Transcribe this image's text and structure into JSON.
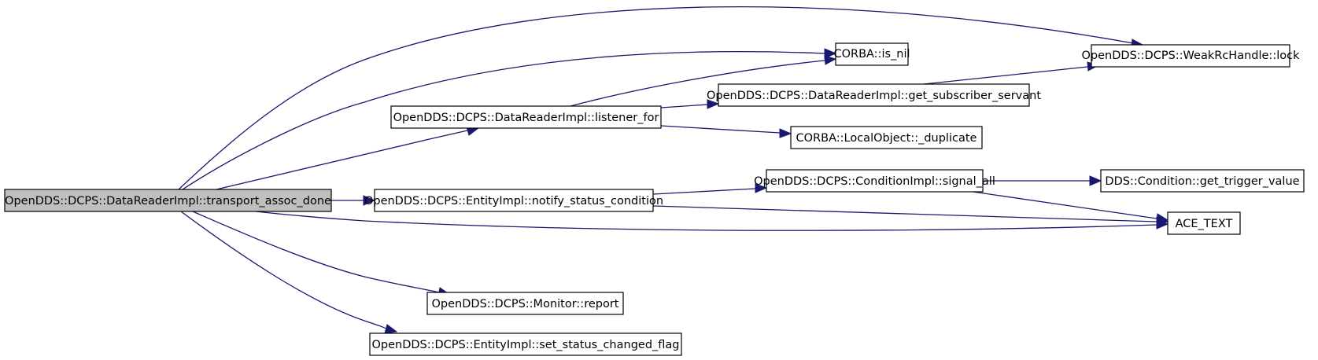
{
  "graph": {
    "nodes": [
      {
        "id": "n0",
        "label": "OpenDDS::DCPS::DataReaderImpl::transport_assoc_done"
      },
      {
        "id": "n1",
        "label": "OpenDDS::DCPS::WeakRcHandle::lock"
      },
      {
        "id": "n2",
        "label": "CORBA::is_nil"
      },
      {
        "id": "n3",
        "label": "OpenDDS::DCPS::DataReaderImpl::listener_for"
      },
      {
        "id": "n4",
        "label": "OpenDDS::DCPS::DataReaderImpl::get_subscriber_servant"
      },
      {
        "id": "n5",
        "label": "CORBA::LocalObject::_duplicate"
      },
      {
        "id": "n6",
        "label": "OpenDDS::DCPS::EntityImpl::notify_status_condition"
      },
      {
        "id": "n7",
        "label": "OpenDDS::DCPS::ConditionImpl::signal_all"
      },
      {
        "id": "n8",
        "label": "DDS::Condition::get_trigger_value"
      },
      {
        "id": "n9",
        "label": "ACE_TEXT"
      },
      {
        "id": "n10",
        "label": "OpenDDS::DCPS::Monitor::report"
      },
      {
        "id": "n11",
        "label": "OpenDDS::DCPS::EntityImpl::set_status_changed_flag"
      }
    ],
    "edges": [
      {
        "from": "n0",
        "to": "n1"
      },
      {
        "from": "n0",
        "to": "n2"
      },
      {
        "from": "n0",
        "to": "n3"
      },
      {
        "from": "n0",
        "to": "n6"
      },
      {
        "from": "n0",
        "to": "n9"
      },
      {
        "from": "n0",
        "to": "n10"
      },
      {
        "from": "n0",
        "to": "n11"
      },
      {
        "from": "n3",
        "to": "n2"
      },
      {
        "from": "n3",
        "to": "n4"
      },
      {
        "from": "n3",
        "to": "n5"
      },
      {
        "from": "n4",
        "to": "n1"
      },
      {
        "from": "n6",
        "to": "n7"
      },
      {
        "from": "n6",
        "to": "n9"
      },
      {
        "from": "n7",
        "to": "n8"
      },
      {
        "from": "n7",
        "to": "n9"
      }
    ],
    "colors": {
      "edge": "#191970",
      "root_fill": "#bfbfbf",
      "node_fill": "#ffffff",
      "node_border": "#000000"
    }
  }
}
